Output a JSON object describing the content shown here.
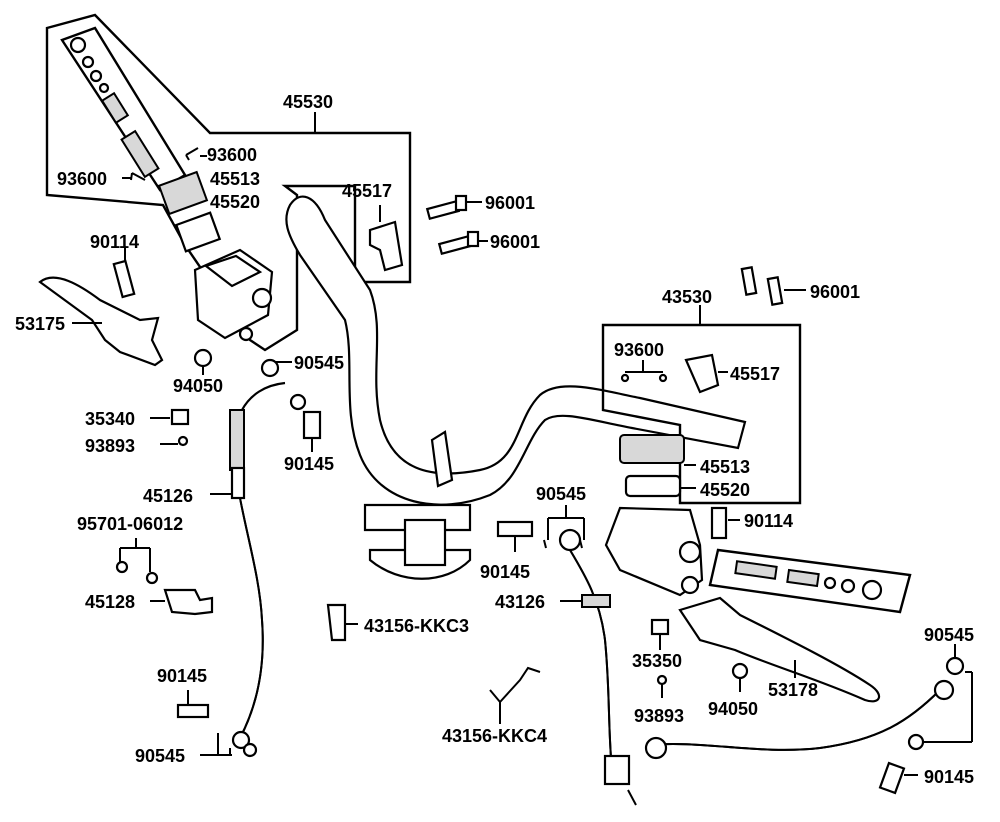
{
  "labels": {
    "l45530": "45530",
    "l93600a": "93600",
    "l93600b": "93600",
    "l45513a": "45513",
    "l45520a": "45520",
    "l45517a": "45517",
    "l96001a": "96001",
    "l96001b": "96001",
    "l96001c": "96001",
    "l90114a": "90114",
    "l53175": "53175",
    "l94050a": "94050",
    "l90545a": "90545",
    "l35340": "35340",
    "l93893a": "93893",
    "l90145a": "90145",
    "l45126": "45126",
    "l95701": "95701-06012",
    "l45128": "45128",
    "l90145b": "90145",
    "l90545b": "90545",
    "l43530": "43530",
    "l93600c": "93600",
    "l45517b": "45517",
    "l45513b": "45513",
    "l45520b": "45520",
    "l90114b": "90114",
    "l90545c": "90545",
    "l90145c": "90145",
    "l43126": "43126",
    "l43156c3": "43156-KKC3",
    "l43156c4": "43156-KKC4",
    "l35350": "35350",
    "l93893b": "93893",
    "l94050b": "94050",
    "l53178": "53178",
    "l90545d": "90545",
    "l90145d": "90145"
  }
}
